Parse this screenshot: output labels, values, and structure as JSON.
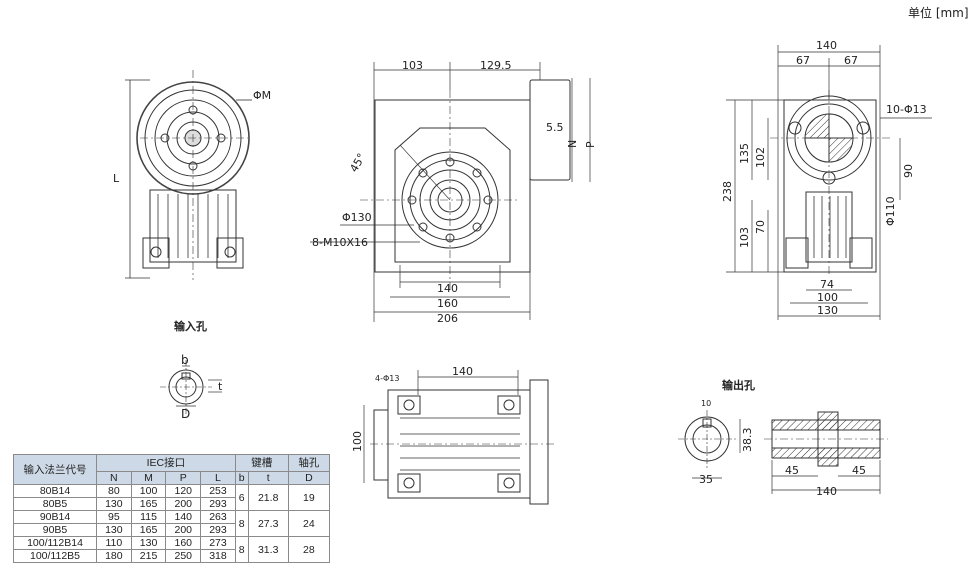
{
  "unit_label": "单位 [mm]",
  "captions": {
    "input_hole": "输入孔",
    "output_hole": "输出孔"
  },
  "view1": {
    "dia_m": "ΦM",
    "len_l": "L"
  },
  "view2": {
    "top_left": "103",
    "top_right": "129.5",
    "d_55": "5.5",
    "n": "N",
    "p": "P",
    "angle": "45°",
    "pcd": "Φ130",
    "screws": "8-M10X16",
    "b1": "140",
    "b2": "160",
    "b3": "206"
  },
  "view3": {
    "top": "140",
    "tl": "67",
    "tr": "67",
    "holes": "10-Φ13",
    "h238": "238",
    "h135": "135",
    "h102": "102",
    "h103": "103",
    "h70": "70",
    "r90": "90",
    "r110": "Φ110",
    "b74": "74",
    "b100": "100",
    "b130": "130"
  },
  "input_hole": {
    "b": "b",
    "d": "D",
    "t": "t"
  },
  "view4": {
    "holes": "4-Φ13",
    "w140": "140",
    "h100": "100"
  },
  "output_hole": {
    "w10": "10",
    "h383": "38.3",
    "w35": "35",
    "s45a": "45",
    "s45b": "45",
    "s140": "140"
  },
  "table": {
    "header_group": [
      "输入法兰代号",
      "IEC接口",
      "键槽",
      "轴孔"
    ],
    "header_cols": [
      "N",
      "M",
      "P",
      "L",
      "b",
      "t",
      "D"
    ],
    "rows": [
      {
        "code": "80B14",
        "n": "80",
        "m": "100",
        "p": "120",
        "l": "253"
      },
      {
        "code": "80B5",
        "n": "130",
        "m": "165",
        "p": "200",
        "l": "293"
      },
      {
        "code": "90B14",
        "n": "95",
        "m": "115",
        "p": "140",
        "l": "263"
      },
      {
        "code": "90B5",
        "n": "130",
        "m": "165",
        "p": "200",
        "l": "293"
      },
      {
        "code": "100/112B14",
        "n": "110",
        "m": "130",
        "p": "160",
        "l": "273"
      },
      {
        "code": "100/112B5",
        "n": "180",
        "m": "215",
        "p": "250",
        "l": "318"
      }
    ],
    "groups": [
      {
        "b": "6",
        "t": "21.8",
        "d": "19"
      },
      {
        "b": "8",
        "t": "27.3",
        "d": "24"
      },
      {
        "b": "8",
        "t": "31.3",
        "d": "28"
      }
    ]
  }
}
